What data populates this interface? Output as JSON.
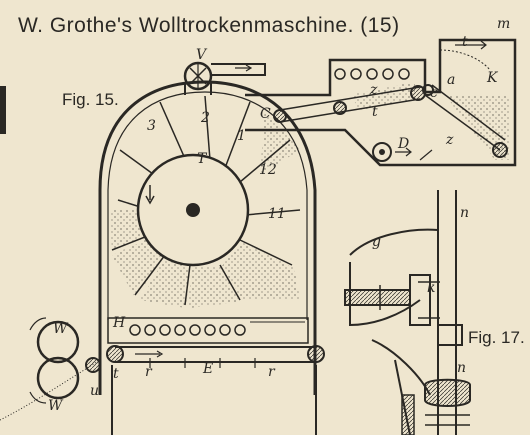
{
  "title": "W. Grothe's Wolltrockenmaschine.",
  "title_number": "(15)",
  "figures": {
    "fig15": "Fig. 15.",
    "fig17": "Fig. 17."
  },
  "labels": {
    "V": "V",
    "t_top": "t",
    "m": "m",
    "K": "K",
    "a": "a",
    "c": "c",
    "z_upper": "z",
    "t_mid": "t",
    "z_lower": "z",
    "C": "C",
    "D": "D",
    "n_top": "n",
    "g": "g",
    "k": "k",
    "n_bottom": "n",
    "T": "T",
    "H": "H",
    "W_top": "W",
    "W_bottom": "W",
    "u": "u",
    "E": "E",
    "r_left": "r",
    "r_right": "r",
    "t_left": "t",
    "paddle_1": "1",
    "paddle_2": "2",
    "paddle_3": "3",
    "paddle_11": "11",
    "paddle_12": "12"
  },
  "colors": {
    "paper": "#efe6cf",
    "ink": "#2a2824"
  }
}
